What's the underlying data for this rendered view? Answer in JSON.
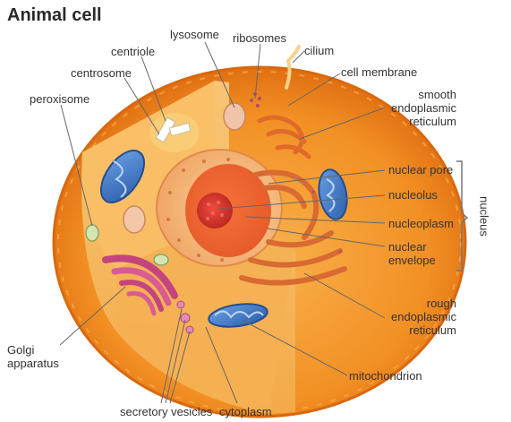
{
  "title": "Animal cell",
  "labels": {
    "lysosome": "lysosome",
    "ribosomes": "ribosomes",
    "cilium": "cilium",
    "centriole": "centriole",
    "cell_membrane": "cell membrane",
    "centrosome": "centrosome",
    "smooth_er_1": "smooth",
    "smooth_er_2": "endoplasmic",
    "smooth_er_3": "reticulum",
    "peroxisome": "peroxisome",
    "nuclear_pore": "nuclear pore",
    "nucleolus": "nucleolus",
    "nucleoplasm": "nucleoplasm",
    "nuclear_envelope_1": "nuclear",
    "nuclear_envelope_2": "envelope",
    "nucleus": "nucleus",
    "rough_er_1": "rough",
    "rough_er_2": "endoplasmic",
    "rough_er_3": "reticulum",
    "golgi_1": "Golgi",
    "golgi_2": "apparatus",
    "mitochondrion": "mitochondrion",
    "secretory_vesicles": "secretory vesicles",
    "cytoplasm": "cytoplasm"
  },
  "colors": {
    "cytoplasm_outer": "#f08a1c",
    "cytoplasm_inner": "#f6a23a",
    "cut_face": "#f7c26a",
    "membrane": "#e9771a",
    "nucleus_outer": "#f5a35d",
    "nucleoplasm": "#ef7a3a",
    "nucleolus": "#d2342a",
    "mitochondrion": "#3d76c4",
    "golgi": "#c4457e",
    "leader_line": "#666666"
  }
}
